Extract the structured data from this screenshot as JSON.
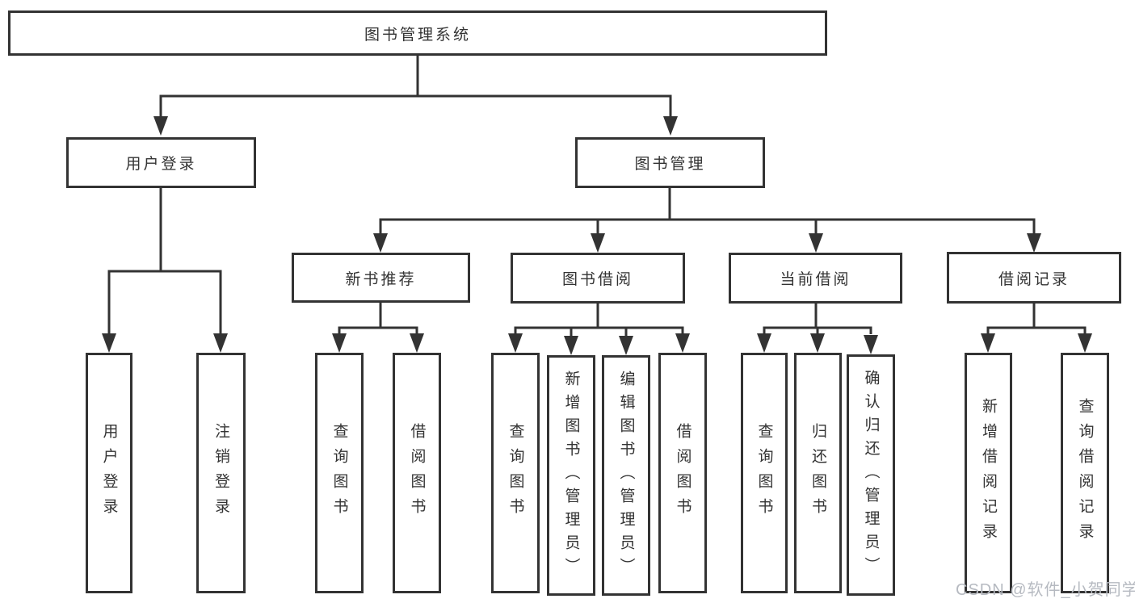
{
  "tree": {
    "label": "图书管理系统",
    "children": [
      {
        "label": "用户登录",
        "children": [
          {
            "label": "用户登录"
          },
          {
            "label": "注销登录"
          }
        ]
      },
      {
        "label": "图书管理",
        "children": [
          {
            "label": "新书推荐",
            "children": [
              {
                "label": "查询图书"
              },
              {
                "label": "借阅图书"
              }
            ]
          },
          {
            "label": "图书借阅",
            "children": [
              {
                "label": "查询图书"
              },
              {
                "label": "新增图书（管理员）"
              },
              {
                "label": "编辑图书（管理员）"
              },
              {
                "label": "借阅图书"
              }
            ]
          },
          {
            "label": "当前借阅",
            "children": [
              {
                "label": "查询图书"
              },
              {
                "label": "归还图书"
              },
              {
                "label": "确认归还（管理员）"
              }
            ]
          },
          {
            "label": "借阅记录",
            "children": [
              {
                "label": "新增借阅记录"
              },
              {
                "label": "查询借阅记录"
              }
            ]
          }
        ]
      }
    ]
  },
  "watermark": {
    "text": "CSDN @软件_小贺同学"
  },
  "colors": {
    "line": "#333333",
    "text": "#333333",
    "box_background": "#ffffff",
    "watermark": "#b6bac1"
  }
}
